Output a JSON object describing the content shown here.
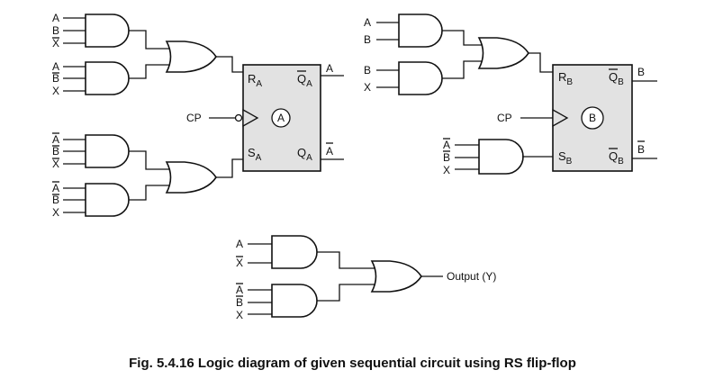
{
  "caption": "Fig. 5.4.16 Logic diagram of given sequential circuit using RS flip-flop",
  "ff_a": {
    "name": "A",
    "r": {
      "main": "R",
      "sub": "A"
    },
    "s": {
      "main": "S",
      "sub": "A"
    },
    "qbar": {
      "main": "Q",
      "sub": "A"
    },
    "q": {
      "main": "Q",
      "sub": "A"
    },
    "qbar_out": "A",
    "q_out": "A",
    "clock": "CP"
  },
  "ff_b": {
    "name": "B",
    "r": {
      "main": "R",
      "sub": "B"
    },
    "s": {
      "main": "S",
      "sub": "B"
    },
    "qbar": {
      "main": "Q",
      "sub": "B"
    },
    "q": {
      "main": "Q",
      "sub": "B"
    },
    "qbar_out": "B",
    "q_out": "B",
    "clock": "CP"
  },
  "gate_a1_inputs": [
    "A",
    "B",
    "X"
  ],
  "gate_a2_inputs": [
    "A",
    "B",
    "X"
  ],
  "gate_a3_inputs": [
    "A",
    "B",
    "X"
  ],
  "gate_a4_inputs": [
    "A",
    "B",
    "X"
  ],
  "gate_b1_inputs": [
    "A",
    "B"
  ],
  "gate_b2_inputs": [
    "B",
    "X"
  ],
  "gate_b3_inputs": [
    "A",
    "B",
    "X"
  ],
  "gate_y1_inputs": [
    "A",
    "X"
  ],
  "gate_y2_inputs": [
    "A",
    "B",
    "X"
  ],
  "output_label": "Output (Y)"
}
